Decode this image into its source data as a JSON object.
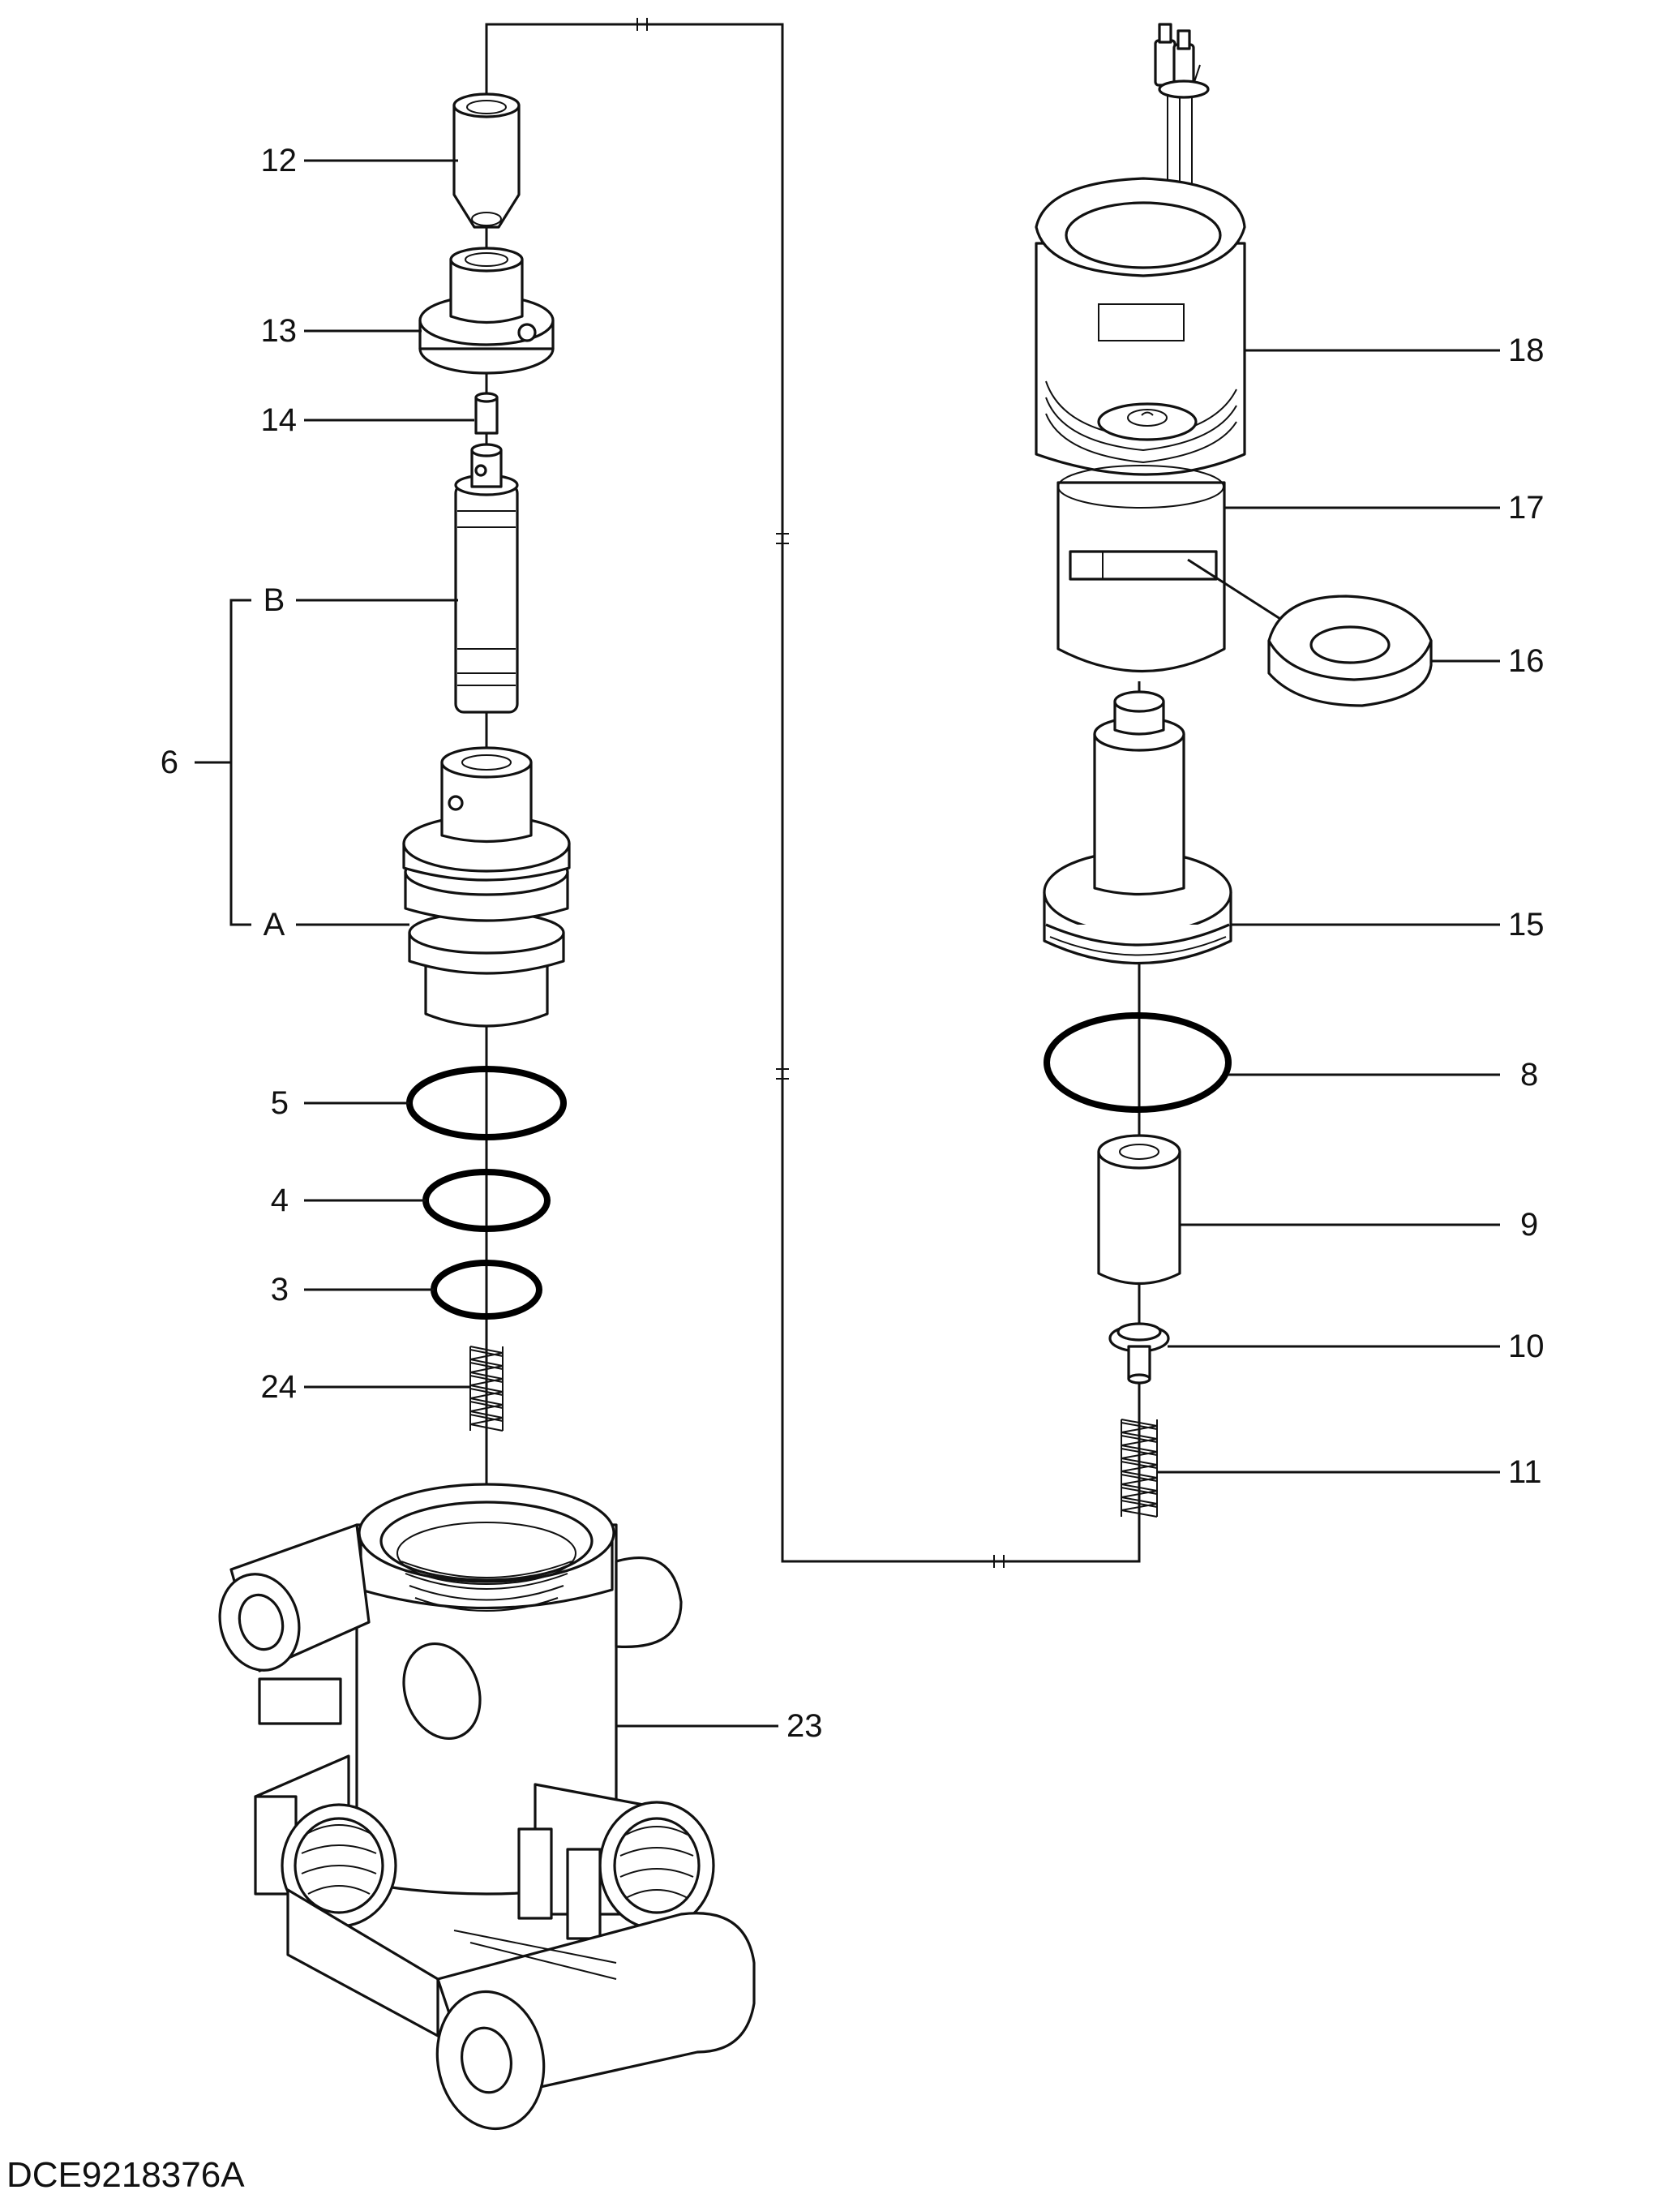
{
  "figure": {
    "reference_code": "DCE9218376A"
  },
  "callouts": {
    "p12": "12",
    "p13": "13",
    "p14": "14",
    "pB": "B",
    "p6": "6",
    "pA": "A",
    "p5": "5",
    "p4": "4",
    "p3": "3",
    "p24": "24",
    "p23": "23",
    "p18": "18",
    "p17": "17",
    "p16": "16",
    "p15": "15",
    "p8": "8",
    "p9": "9",
    "p10": "10",
    "p11": "11"
  }
}
